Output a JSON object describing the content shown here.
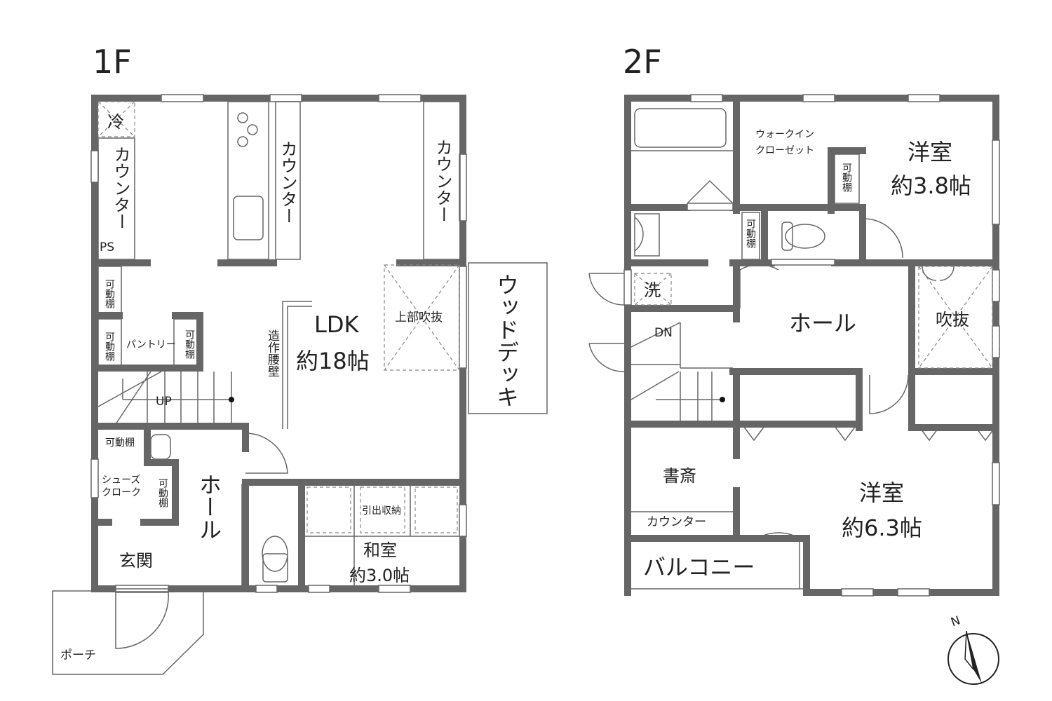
{
  "floors": {
    "first": {
      "title": "1F",
      "labels": {
        "fridge": "冷",
        "counter_left": "カウンター",
        "ps": "PS",
        "counter_kitchen": "カウンター",
        "counter_right": "カウンター",
        "ldk_name": "LDK",
        "ldk_size": "約18帖",
        "open_ceiling_above": "上部吹抜",
        "wood_deck": "ウッドデッキ",
        "built_in_wall": "造作腰壁",
        "shelf_1": "可動棚",
        "shelf_2": "可動棚",
        "pantry": "パントリー",
        "shelf_3": "可動棚",
        "up": "UP",
        "shelf_4": "可動棚",
        "shoe_closet": "シューズクローク",
        "shelf_5": "可動棚",
        "hall": "ホール",
        "entrance": "玄関",
        "drawer_storage": "引出収納",
        "japanese_room_name": "和室",
        "japanese_room_size": "約3.0帖",
        "porch": "ポーチ"
      }
    },
    "second": {
      "title": "2F",
      "labels": {
        "walk_in_closet_1": "ウォークイン",
        "walk_in_closet_2": "クローゼット",
        "shelf_1": "可動棚",
        "western_room_1_name": "洋室",
        "western_room_1_size": "約3.8帖",
        "shelf_2": "可動棚",
        "laundry": "洗",
        "dn": "DN",
        "hall": "ホール",
        "open_ceiling": "吹抜",
        "study": "書斎",
        "counter": "カウンター",
        "western_room_2_name": "洋室",
        "western_room_2_size": "約6.3帖",
        "balcony": "バルコニー"
      }
    }
  },
  "compass": {
    "north_label": "N"
  }
}
